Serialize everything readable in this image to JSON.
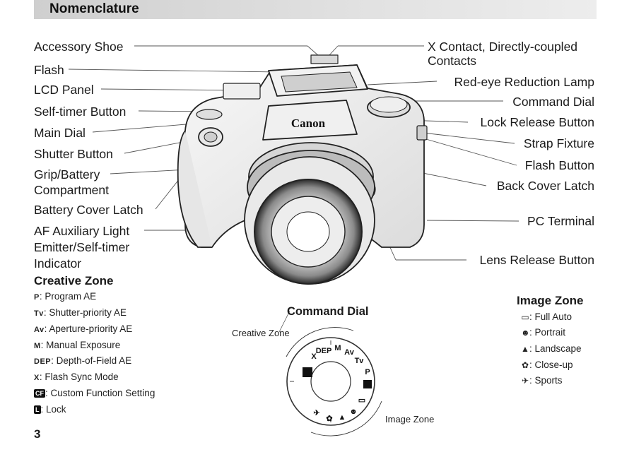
{
  "header": {
    "title": "Nomenclature"
  },
  "left_labels": [
    "Accessory Shoe",
    "Flash",
    "LCD Panel",
    "Self-timer Button",
    "Main Dial",
    "Shutter Button",
    "Grip/Battery",
    "Compartment",
    "Battery Cover Latch",
    "AF Auxiliary Light",
    "Emitter/Self-timer",
    "Indicator"
  ],
  "right_labels": [
    "X Contact, Directly-coupled",
    "Contacts",
    "Red-eye Reduction Lamp",
    "Command Dial",
    "Lock Release Button",
    "Strap Fixture",
    "Flash Button",
    "Back Cover Latch",
    "PC Terminal",
    "Lens Release Button"
  ],
  "camera": {
    "brand": "Canon"
  },
  "creative_zone": {
    "title": "Creative Zone",
    "items": [
      {
        "key": "P",
        "label": ": Program AE"
      },
      {
        "key": "Tv",
        "label": ": Shutter-priority AE"
      },
      {
        "key": "Av",
        "label": ": Aperture-priority AE"
      },
      {
        "key": "M",
        "label": ": Manual Exposure"
      },
      {
        "key": "DEP",
        "label": ": Depth-of-Field AE"
      },
      {
        "key": "X",
        "label": ": Flash Sync Mode"
      },
      {
        "key": "CF",
        "label": ": Custom Function Setting"
      },
      {
        "key": "L",
        "label": ": Lock"
      }
    ]
  },
  "command_dial": {
    "title": "Command Dial",
    "creative_label": "Creative Zone",
    "image_label": "Image Zone"
  },
  "image_zone": {
    "title": "Image Zone",
    "items": [
      {
        "icon": "full-auto-icon",
        "symbol": "▭",
        "label": ": Full Auto"
      },
      {
        "icon": "portrait-icon",
        "symbol": "☻",
        "label": ": Portrait"
      },
      {
        "icon": "landscape-icon",
        "symbol": "▲",
        "label": ": Landscape"
      },
      {
        "icon": "close-up-icon",
        "symbol": "✿",
        "label": ": Close-up"
      },
      {
        "icon": "sports-icon",
        "symbol": "✈",
        "label": ": Sports"
      }
    ]
  },
  "page": {
    "number": "3"
  }
}
